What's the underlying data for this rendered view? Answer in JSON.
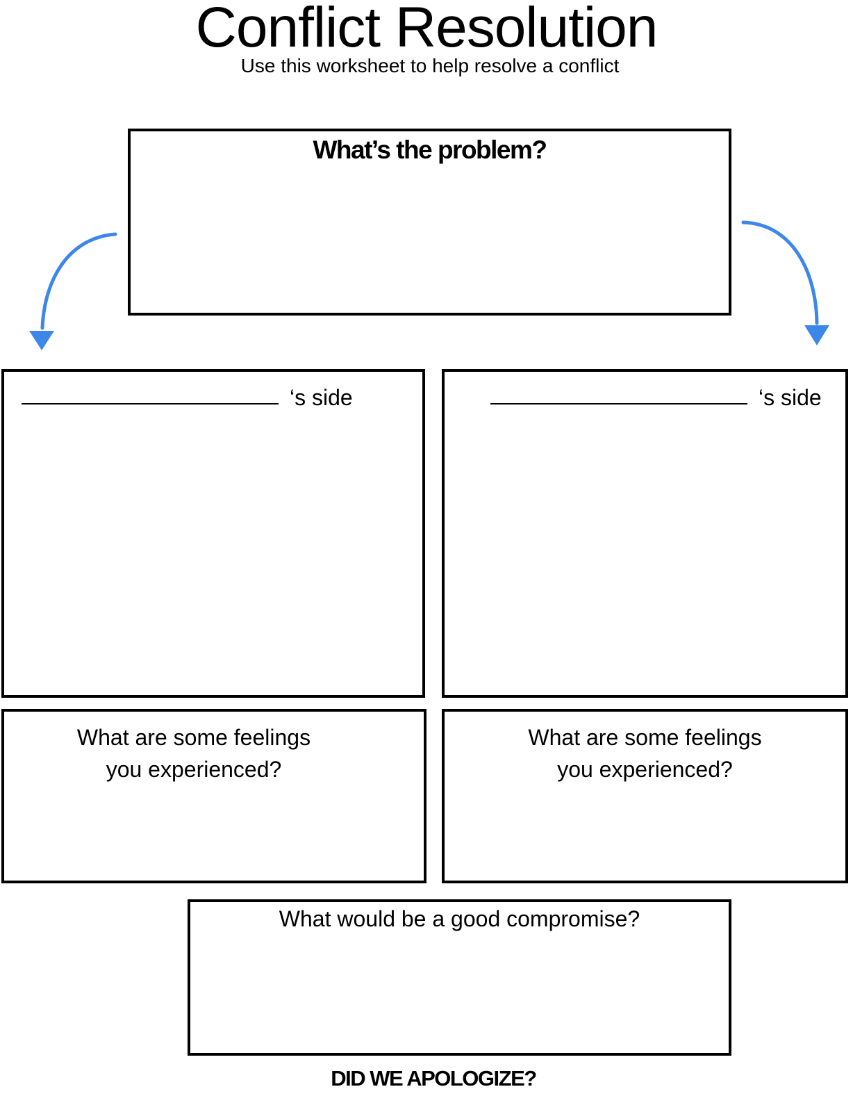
{
  "header": {
    "title": "Conflict Resolution",
    "subtitle": "Use this worksheet to help resolve a conflict"
  },
  "problem": {
    "heading": "What’s the problem?"
  },
  "sides": {
    "left_label": "‘s side",
    "right_label": "‘s side"
  },
  "feelings": {
    "left": {
      "line1": "What are some feelings",
      "line2": "you experienced?"
    },
    "right": {
      "line1": "What are some feelings",
      "line2": "you experienced?"
    }
  },
  "compromise": {
    "heading": "What would be a good compromise?"
  },
  "footer": {
    "apology": "DID WE APOLOGIZE?"
  },
  "colors": {
    "arrow": "#3d87e8",
    "border": "#000000"
  },
  "icons": {
    "left_arrow": "curved-arrow-down-left-icon",
    "right_arrow": "curved-arrow-down-right-icon"
  }
}
